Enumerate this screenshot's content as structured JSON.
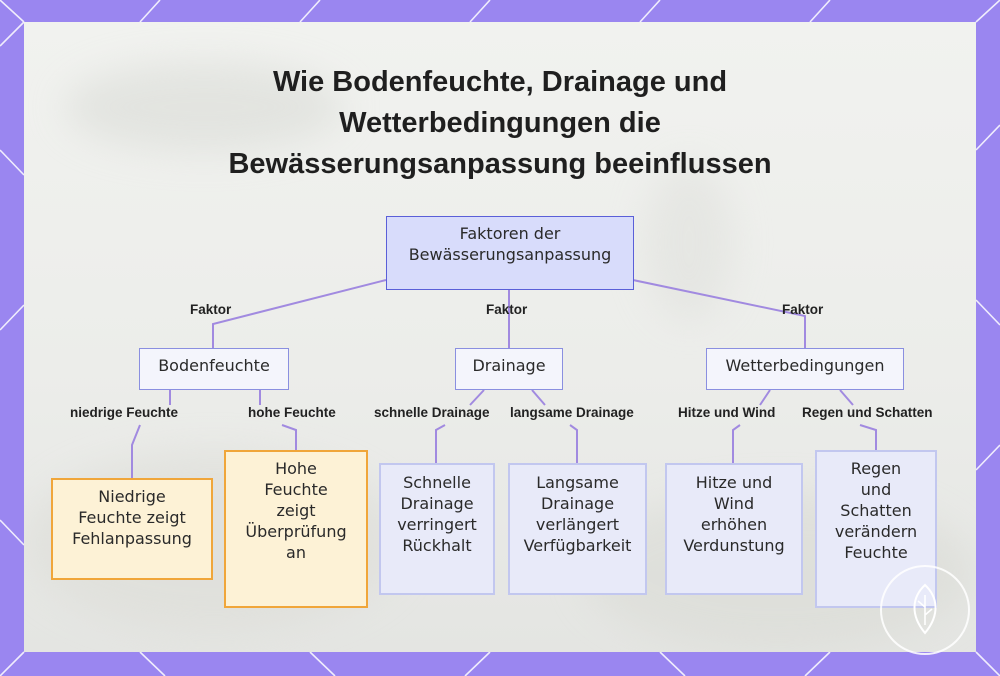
{
  "title": {
    "line1": "Wie Bodenfeuchte, Drainage und",
    "line2": "Wetterbedingungen die",
    "line3": "Bewässerungsanpassung beeinflussen"
  },
  "root": {
    "line1": "Faktoren der",
    "line2": "Bewässerungsanpassung"
  },
  "edge_labels": {
    "faktor_left": "Faktor",
    "faktor_mid": "Faktor",
    "faktor_right": "Faktor",
    "low_moisture": "niedrige Feuchte",
    "high_moisture": "hohe Feuchte",
    "fast_drainage": "schnelle Drainage",
    "slow_drainage": "langsame Drainage",
    "heat_wind": "Hitze und Wind",
    "rain_shade": "Regen und Schatten"
  },
  "categories": {
    "soil": "Bodenfeuchte",
    "drainage": "Drainage",
    "weather": "Wetterbedingungen"
  },
  "leaves": {
    "low": [
      "Niedrige",
      "Feuchte zeigt",
      "Fehlanpassung"
    ],
    "high": [
      "Hohe",
      "Feuchte",
      "zeigt",
      "Überprüfung",
      "an"
    ],
    "fast": [
      "Schnelle",
      "Drainage",
      "verringert",
      "Rückhalt"
    ],
    "slow": [
      "Langsame",
      "Drainage",
      "verlängert",
      "Verfügbarkeit"
    ],
    "heat": [
      "Hitze und",
      "Wind",
      "erhöhen",
      "Verdunstung"
    ],
    "rain": [
      "Regen",
      "und",
      "Schatten",
      "verändern",
      "Feuchte"
    ]
  },
  "colors": {
    "frame": "#9a86f0",
    "connector": "#a18ae0",
    "root_fill": "#d8dcfb",
    "root_border": "#5a5fd8",
    "orange_border": "#f0a63a",
    "orange_fill": "#fdf2d6",
    "blue_border": "#c2c7ef",
    "blue_fill": "#e8eaf9"
  },
  "icons": {
    "logo": "leaf-logo-icon"
  }
}
